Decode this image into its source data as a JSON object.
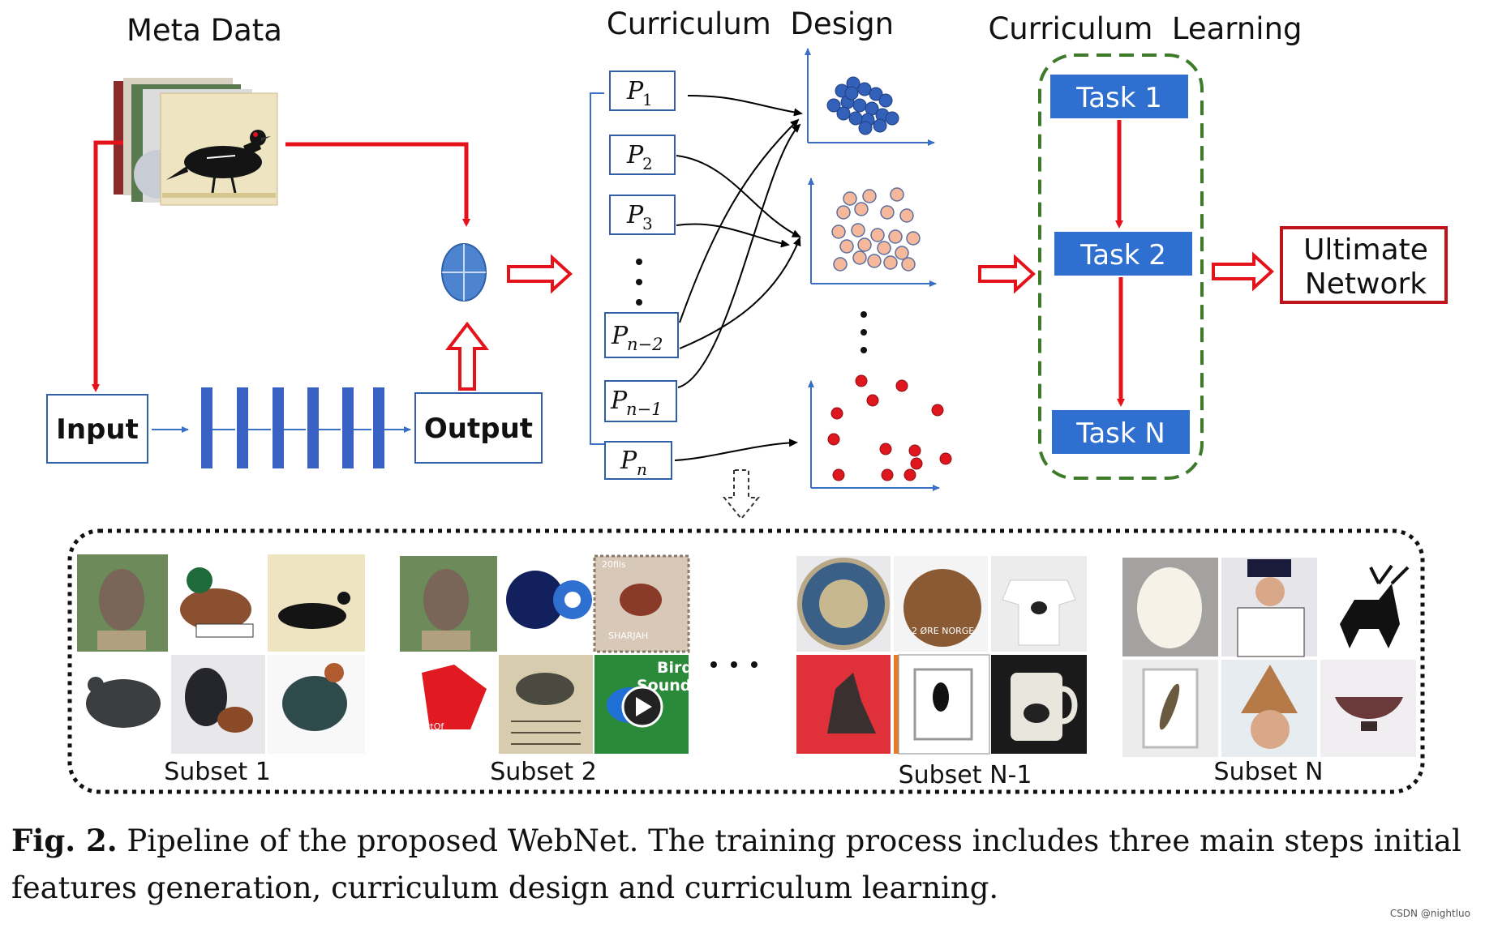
{
  "sections": {
    "meta_data": "Meta Data",
    "curriculum_design": "Curriculum  Design",
    "curriculum_learning": "Curriculum  Learning"
  },
  "network": {
    "input_label": "Input",
    "output_label": "Output"
  },
  "partitions": {
    "labels": [
      "P1",
      "P2",
      "P3",
      "Pn-2",
      "Pn-1",
      "Pn"
    ],
    "subscripts": [
      "1",
      "2",
      "3",
      "n−2",
      "n−1",
      "n"
    ]
  },
  "tasks": [
    "Task 1",
    "Task 2",
    "Task N"
  ],
  "ultimate": {
    "line1": "Ultimate",
    "line2": "Network"
  },
  "subsets": [
    "Subset 1",
    "Subset 2",
    "Subset N-1",
    "Subset N"
  ],
  "tile_text": {
    "clipart": "clipartOf",
    "bird_sounds_1": "Bird",
    "bird_sounds_2": "Sounds",
    "stamp_value": "20fils",
    "stamp_country": "SHARJAH",
    "coin_text": "2 ØRE NORGE"
  },
  "caption": {
    "label": "Fig. 2.",
    "text": "Pipeline of the proposed WebNet. The training process includes three main steps initial features generation, curriculum design and curriculum learning."
  },
  "watermark": "CSDN @nightluo",
  "colors": {
    "accent_red": "#e3121b",
    "blue_box": "#2f6fd0",
    "layer_blue": "#3a62c4",
    "dark_blue_dots": "#3360b8",
    "orange_dots": "#f5b89a",
    "red_dots": "#e0161e",
    "dashed_green": "#3d7a2a",
    "ultimate_border": "#c0141c"
  },
  "icons": [
    "sum-node-icon",
    "hollow-arrow-icon",
    "dashed-down-arrow-icon",
    "play-button-icon"
  ]
}
